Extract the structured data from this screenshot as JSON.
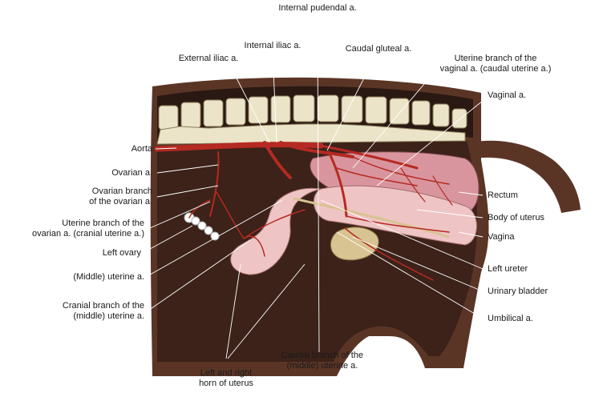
{
  "labels": {
    "internal_pudendal": "Internal pudendal a.",
    "internal_iliac": "Internal iliac a.",
    "external_iliac": "External iliac a.",
    "caudal_gluteal": "Caudal gluteal a.",
    "uterine_branch_vaginal": [
      "Uterine branch of the",
      "vaginal a. (caudal uterine a.)"
    ],
    "vaginal": "Vaginal a.",
    "aorta": "Aorta",
    "ovarian": "Ovarian a.",
    "ovarian_branch": [
      "Ovarian branch",
      "of the ovarian a."
    ],
    "uterine_branch_ovarian": [
      "Uterine branch of the",
      "ovarian a. (cranial uterine a.)"
    ],
    "left_ovary": "Left ovary",
    "middle_uterine": "(Middle) uterine a.",
    "cranial_branch": [
      "Cranial branch of the",
      "(middle) uterine a."
    ],
    "rectum": "Rectum",
    "body_of_uterus": "Body of uterus",
    "vagina": "Vagina",
    "left_ureter": "Left ureter",
    "urinary_bladder": "Urinary bladder",
    "umbilical": "Umbilical a.",
    "caudal_branch": [
      "Caudal branch of the",
      "(middle) uterine a."
    ],
    "horns": [
      "Left and right",
      "horn of uterus"
    ]
  },
  "colors": {
    "body_wall": "#5a3526",
    "cavity": "#3c2219",
    "bone": "#ece4c8",
    "artery": "#b52a22",
    "uterus": "#efc4c4",
    "rectum": "#d9959d",
    "bladder": "#d8c392",
    "leader": "#ffffff"
  }
}
